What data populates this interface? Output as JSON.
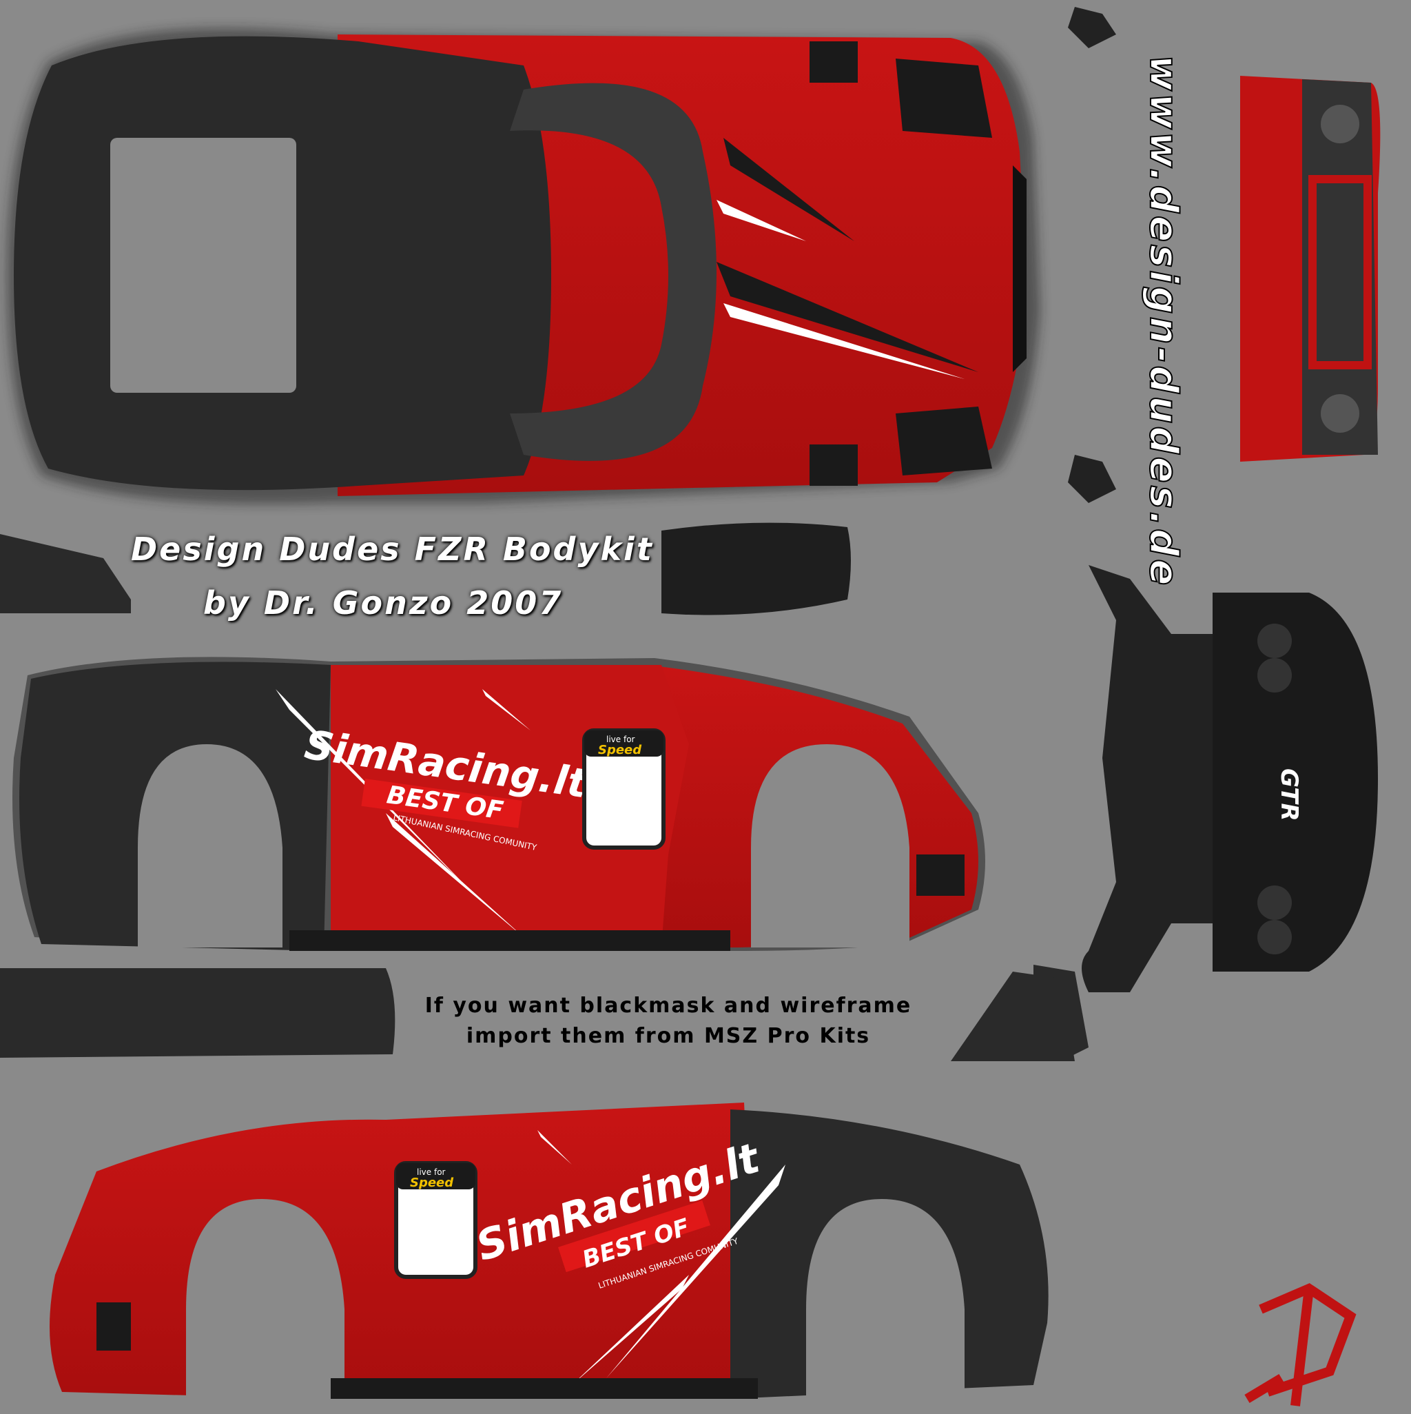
{
  "title": {
    "line1": "Design Dudes FZR Bodykit",
    "line2": "by Dr. Gonzo 2007"
  },
  "website": "www.design-dudes.de",
  "note": {
    "line1": "If you want blackmask and wireframe",
    "line2": "import them from MSZ Pro Kits"
  },
  "sponsor": {
    "name": "SimRacing.lt",
    "tag": "BEST OF",
    "sub": "LITHUANIAN SIMRACING COMUNITY",
    "badge_top": "live for",
    "badge_bottom": "Speed"
  },
  "rear_badge": "GTR",
  "colors": {
    "background": "#8a8a8a",
    "body_red": "#c01212",
    "body_black": "#2a2a2a",
    "shadow": "#1a1a1a",
    "accent_white": "#ffffff"
  }
}
